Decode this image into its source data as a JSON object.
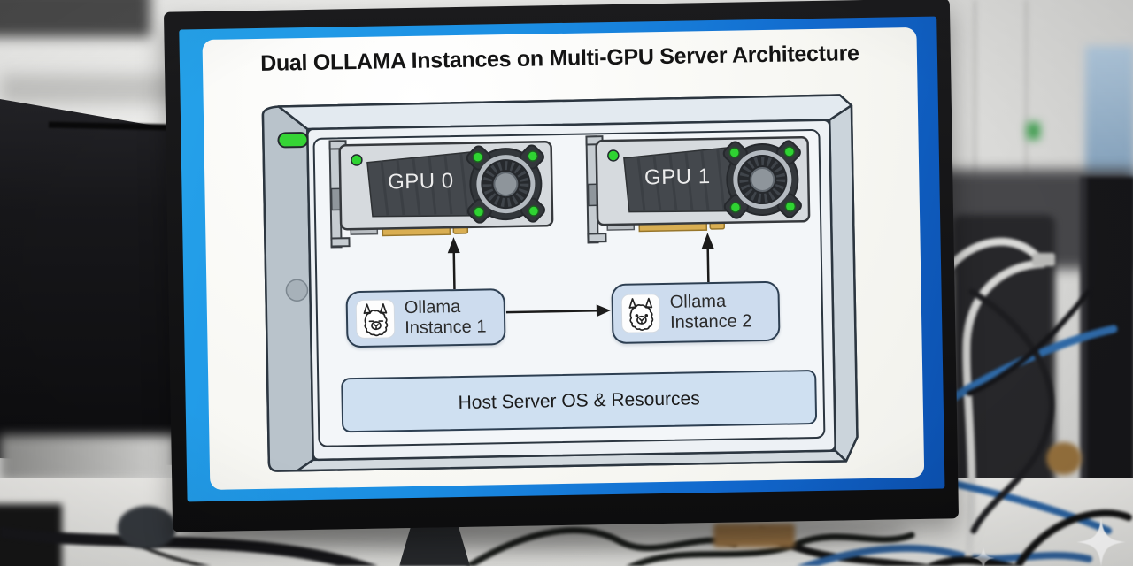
{
  "screen": {
    "title": "Dual OLLAMA Instances on Multi-GPU Server Architecture",
    "server": {
      "gpus": [
        {
          "label": "GPU 0"
        },
        {
          "label": "GPU 1"
        }
      ],
      "instances": [
        {
          "name": "Ollama",
          "id": "Instance 1"
        },
        {
          "name": "Ollama",
          "id": "Instance 2"
        }
      ],
      "host_label": "Host Server OS & Resources"
    },
    "colors": {
      "screen_frame_blue": "#1b8de2",
      "box_fill": "#cddcee",
      "box_border": "#2d3f52",
      "power_led_green": "#35d435",
      "gpu_status_green": "#2fd332",
      "pcie_connector_gold": "#d9ae52"
    }
  }
}
